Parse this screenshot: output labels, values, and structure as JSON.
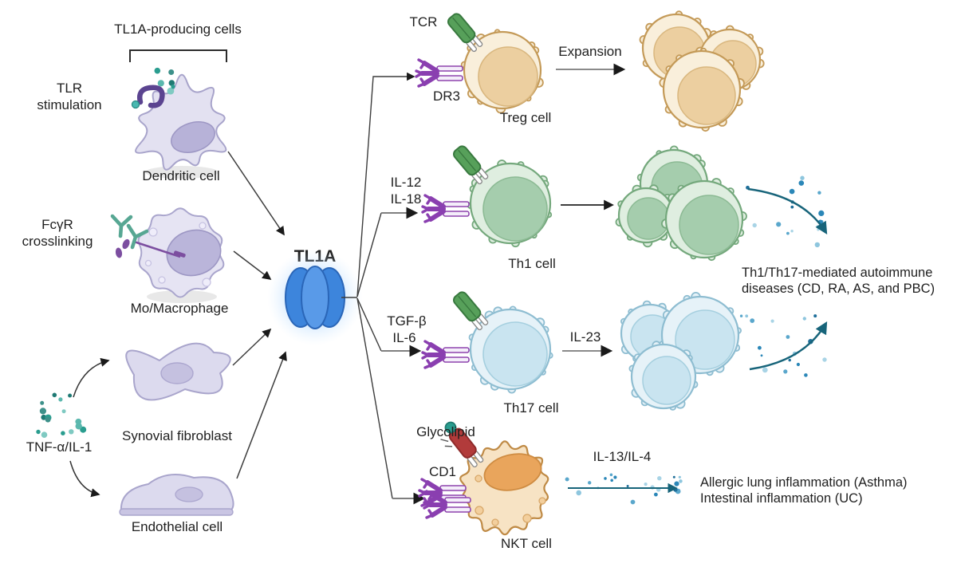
{
  "colors": {
    "teal_label": "#2e9e96",
    "maroon_label": "#7d2e3a",
    "tl1a_blue": "#4a90e2",
    "arrow_dark": "#3c3c3c",
    "cytokine_teal": "#17647a"
  },
  "header": {
    "title": "TL1A-producing cells"
  },
  "producers": {
    "tlr_line1": "TLR",
    "tlr_line2": "stimulation",
    "dendritic_label": "Dendritic cell",
    "fcgr_line1": "FcγR",
    "fcgr_line2": "crosslinking",
    "macrophage_label": "Mo/Macrophage",
    "tnf_label": "TNF-α/IL-1",
    "fibroblast_label": "Synovial fibroblast",
    "endothelial_label": "Endothelial cell"
  },
  "ligand": {
    "label": "TL1A"
  },
  "treg": {
    "tcr": "TCR",
    "dr3": "DR3",
    "label": "Treg cell",
    "expansion": "Expansion"
  },
  "th1": {
    "il12": "IL-12",
    "il18": "IL-18",
    "label": "Th1 cell"
  },
  "th17": {
    "tgfb": "TGF-β",
    "il6": "IL-6",
    "label": "Th17 cell",
    "il23": "IL-23"
  },
  "nkt": {
    "glycolipid": "Glycolipid",
    "cd1": "CD1",
    "label": "NKT cell",
    "il13il4": "IL-13/IL-4"
  },
  "outcomes": {
    "autoimmune_line1": "Th1/Th17-mediated autoimmune",
    "autoimmune_line2": "diseases (CD, RA, AS, and PBC)",
    "allergic_line1": "Allergic lung inflammation (Asthma)",
    "allergic_line2": "Intestinal inflammation (UC)"
  }
}
